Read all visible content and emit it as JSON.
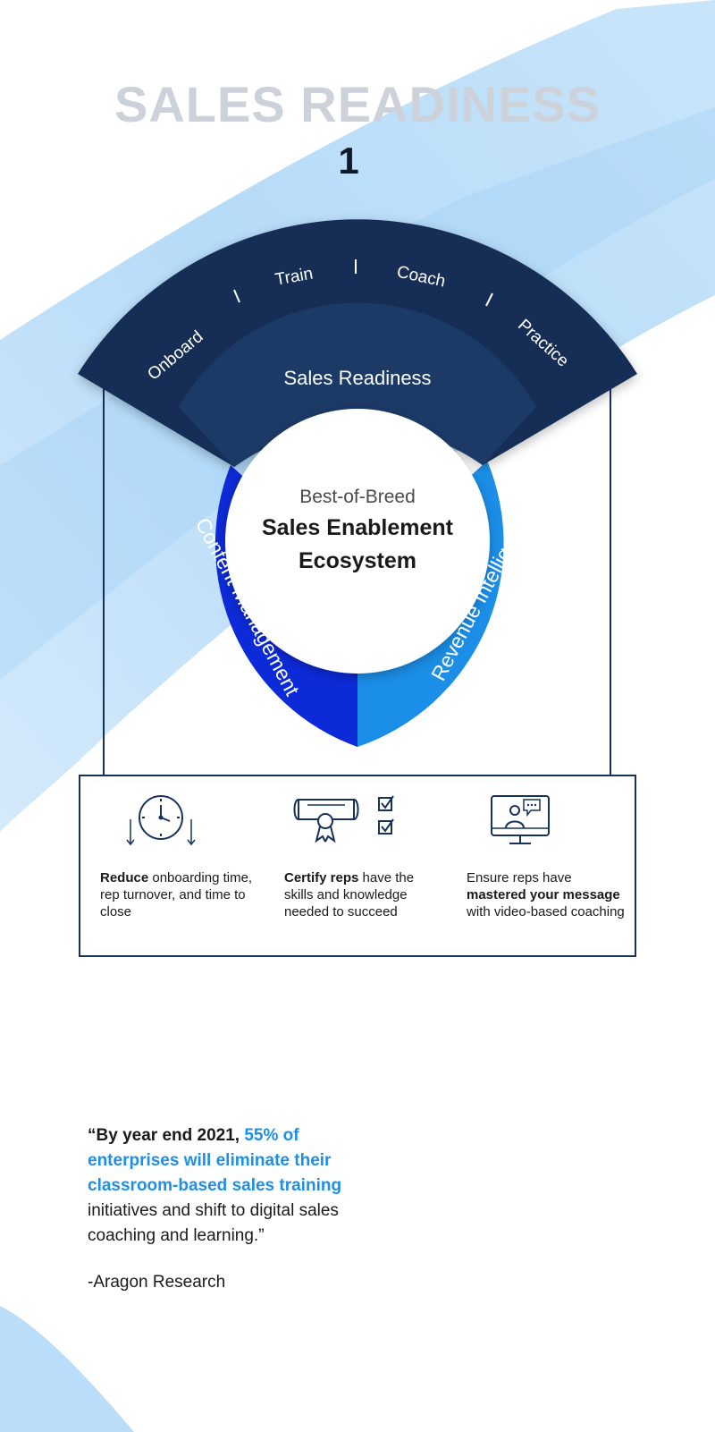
{
  "title": "SALES READINESS",
  "step_number": "1",
  "diagram": {
    "center": {
      "subtitle": "Best-of-Breed",
      "line1": "Sales Enablement",
      "line2": "Ecosystem"
    },
    "top_segment": {
      "label": "Sales Readiness",
      "items": [
        "Onboard",
        "Train",
        "Coach",
        "Practice"
      ]
    },
    "left_segment": {
      "label": "Content Management"
    },
    "right_segment": {
      "label": "Revenue Intelligence"
    }
  },
  "benefits": [
    {
      "icon": "clock-icon",
      "bold": "Reduce",
      "text": " onboarding time, rep turnover, and time to close"
    },
    {
      "icon": "certificate-icon",
      "bold": "Certify reps",
      "text": " have the skills and knowledge needed to succeed"
    },
    {
      "icon": "video-coaching-icon",
      "pre": "Ensure reps have ",
      "bold": "mastered your message",
      "text": " with video-based coaching"
    }
  ],
  "quote": {
    "open": "“By year end 2021, ",
    "highlight": "55% of enterprises will eliminate their classroom-based sales training",
    "rest": " initiatives and shift to digital sales coaching and learning.”",
    "attribution": "-Aragon Research"
  },
  "colors": {
    "dark_navy": "#152f57",
    "mid_navy": "#1c3a66",
    "royal_blue": "#0c2ad8",
    "sky_blue": "#1b8ee8",
    "quote_accent": "#1e8fe6",
    "title_gray": "#cdd2da"
  }
}
